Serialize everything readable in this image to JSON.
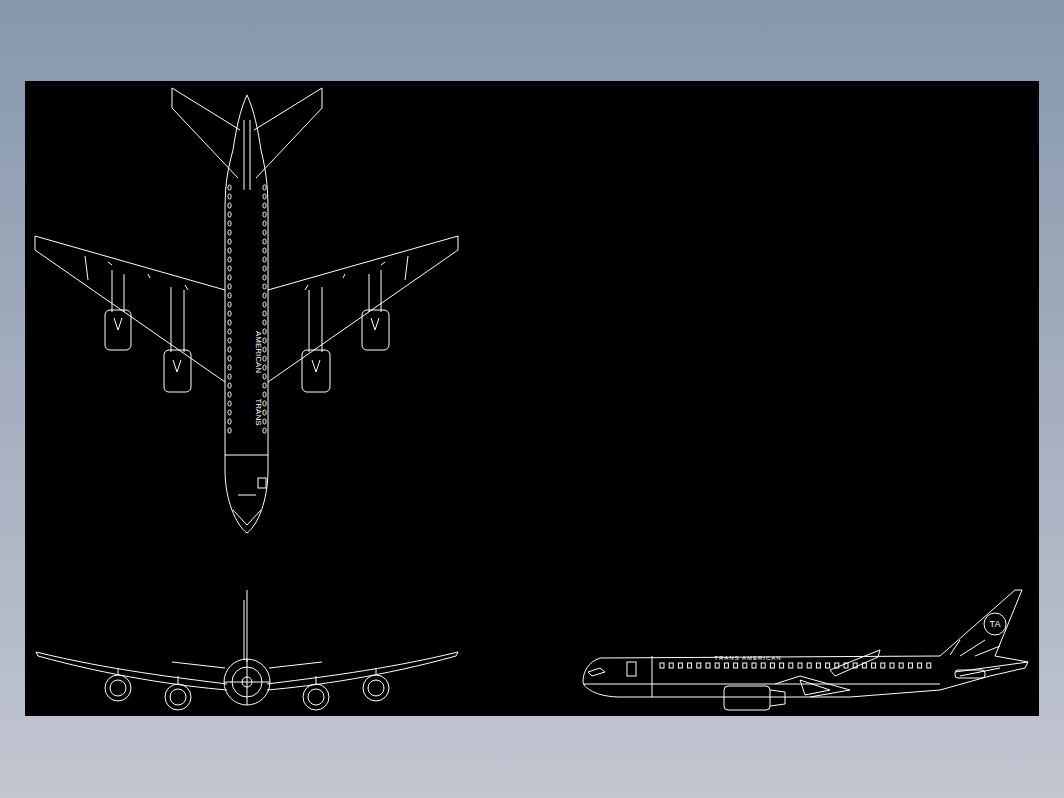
{
  "diagram": {
    "labels": [
      "TRANS AMERICAN",
      "TA",
      "AMERICAN",
      "TRANS"
    ]
  }
}
